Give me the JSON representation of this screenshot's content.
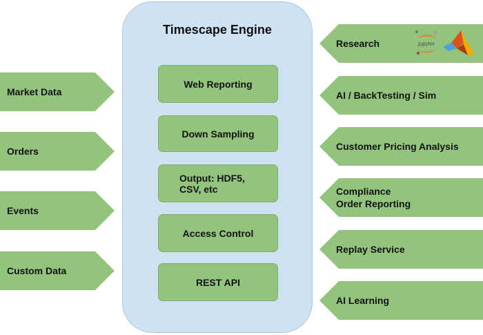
{
  "engine": {
    "title": "Timescape Engine",
    "modules": [
      "Web Reporting",
      "Down Sampling",
      "Output: HDF5,\nCSV, etc",
      "Access Control",
      "REST API"
    ]
  },
  "inputs": [
    "Market Data",
    "Orders",
    "Events",
    "Custom Data"
  ],
  "outputs": [
    "Research",
    "AI / BackTesting / Sim",
    "Customer Pricing Analysis",
    "Compliance\nOrder Reporting",
    "Replay Service",
    "AI Learning"
  ],
  "logos": {
    "jupyter_text": "jupyter",
    "jupyter_icon": "jupyter-icon",
    "matlab_icon": "matlab-icon"
  },
  "colors": {
    "arrow_fill": "#93c47d",
    "engine_fill": "#cfe2f3",
    "jupyter_orange": "#f37726"
  }
}
